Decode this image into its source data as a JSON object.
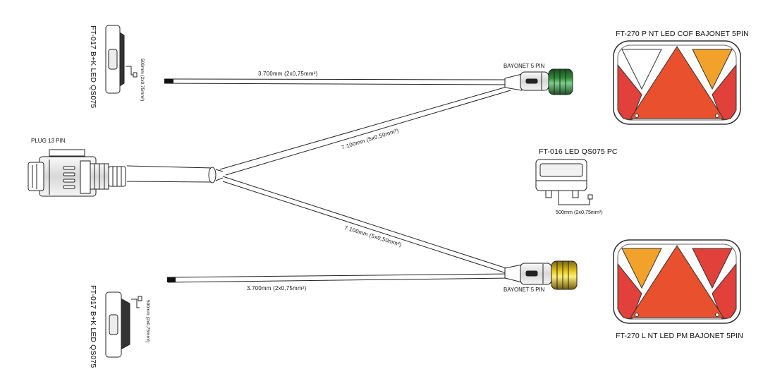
{
  "labels": {
    "lamp_top_right": "FT-270 P NT LED COF BAJONET 5PIN",
    "lamp_bottom_right": "FT-270 L NT LED PM BAJONET 5PIN",
    "plate_lamp": "FT-016 LED QS075 PC",
    "plate_lamp_cable": "500mm (2x0,75mm²)",
    "plug": "PLUG 13 PIN",
    "bayonet_top": "BAYONET 5 PIN",
    "bayonet_bottom": "BAYONET 5 PIN",
    "marker_top": "FT-017 B+K LED QS075",
    "marker_bottom": "FT-017 B+K LED QS075",
    "marker_top_cable": "500mm (2x0,75mm²)",
    "marker_bottom_cable": "500mm (2x0,75mm²)",
    "cable_top": "3.700mm  (2x0,75mm²)",
    "cable_bottom": "3.700mm  (2x0,75mm²)",
    "cable_upper_branch": "7.100mm  (5x0,50mm²)",
    "cable_lower_branch": "7.100mm  (5x0,50mm²)"
  },
  "colors": {
    "bayonet_top_accent": "#2e8b3a",
    "bayonet_bottom_accent": "#e6c619",
    "lamp_red": "#e2403a",
    "lamp_triangle": "#e8502e",
    "lamp_amber": "#f2a22a",
    "lamp_white": "#ffffff"
  }
}
